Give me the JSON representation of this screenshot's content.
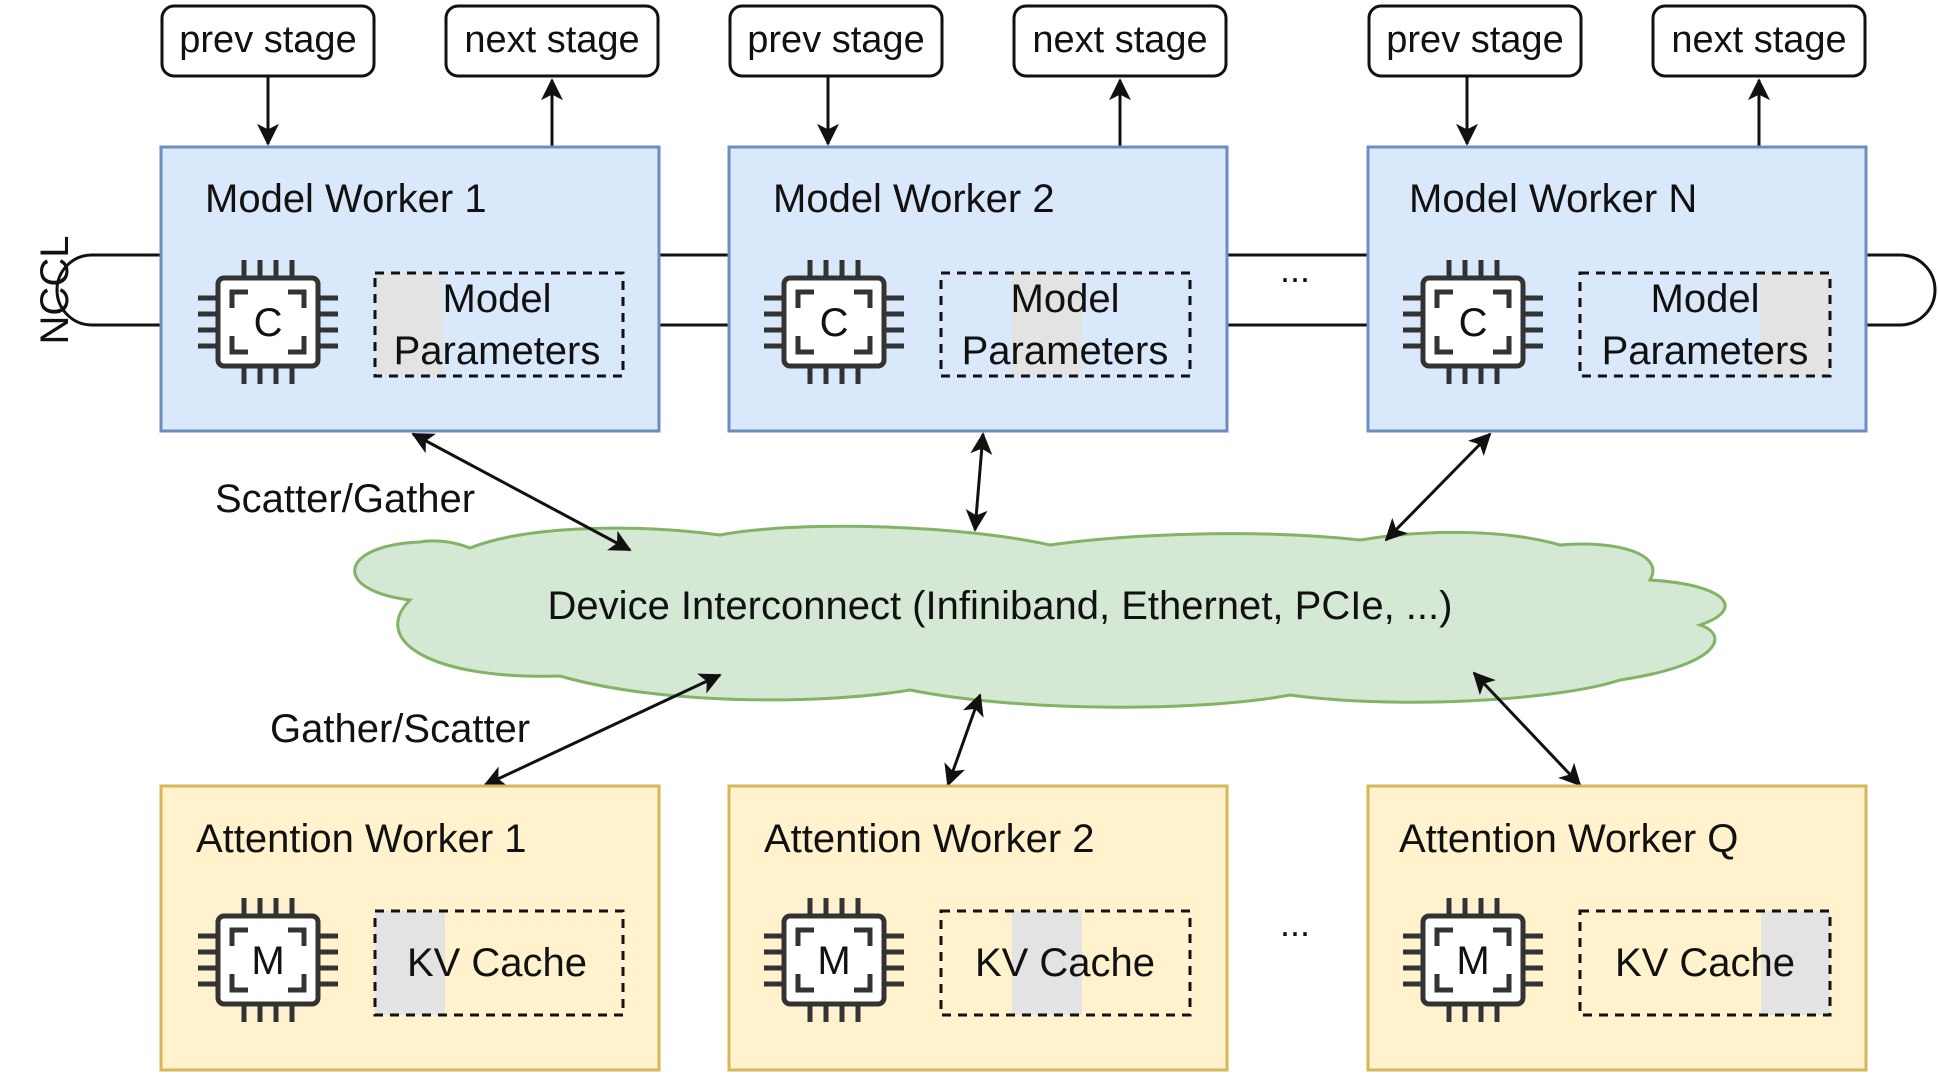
{
  "nccl_label": "NCCL",
  "stage_labels": {
    "prev": "prev stage",
    "next": "next stage"
  },
  "model_workers": [
    {
      "title": "Model Worker 1",
      "chip": "C",
      "param_line1": "Model",
      "param_line2": "Parameters"
    },
    {
      "title": "Model Worker 2",
      "chip": "C",
      "param_line1": "Model",
      "param_line2": "Parameters"
    },
    {
      "title": "Model Worker N",
      "chip": "C",
      "param_line1": "Model",
      "param_line2": "Parameters"
    }
  ],
  "attention_workers": [
    {
      "title": "Attention Worker 1",
      "chip": "M",
      "cache": "KV Cache"
    },
    {
      "title": "Attention Worker 2",
      "chip": "M",
      "cache": "KV Cache"
    },
    {
      "title": "Attention Worker Q",
      "chip": "M",
      "cache": "KV Cache"
    }
  ],
  "ellipsis_top": "...",
  "ellipsis_bottom": "...",
  "interconnect": "Device Interconnect (Infiniband, Ethernet, PCIe, ...)",
  "scatter_gather": "Scatter/Gather",
  "gather_scatter": "Gather/Scatter",
  "colors": {
    "model_fill": "#dae8fc",
    "model_stroke": "#6c8ebf",
    "attention_fill": "#fff2cc",
    "attention_stroke": "#d6b656",
    "cloud_fill": "#d5e8d4",
    "cloud_stroke": "#82b366",
    "shade": "#e3e3e3"
  },
  "icons": {
    "compute_chip": "cpu-chip-icon",
    "memory_chip": "memory-chip-icon"
  }
}
